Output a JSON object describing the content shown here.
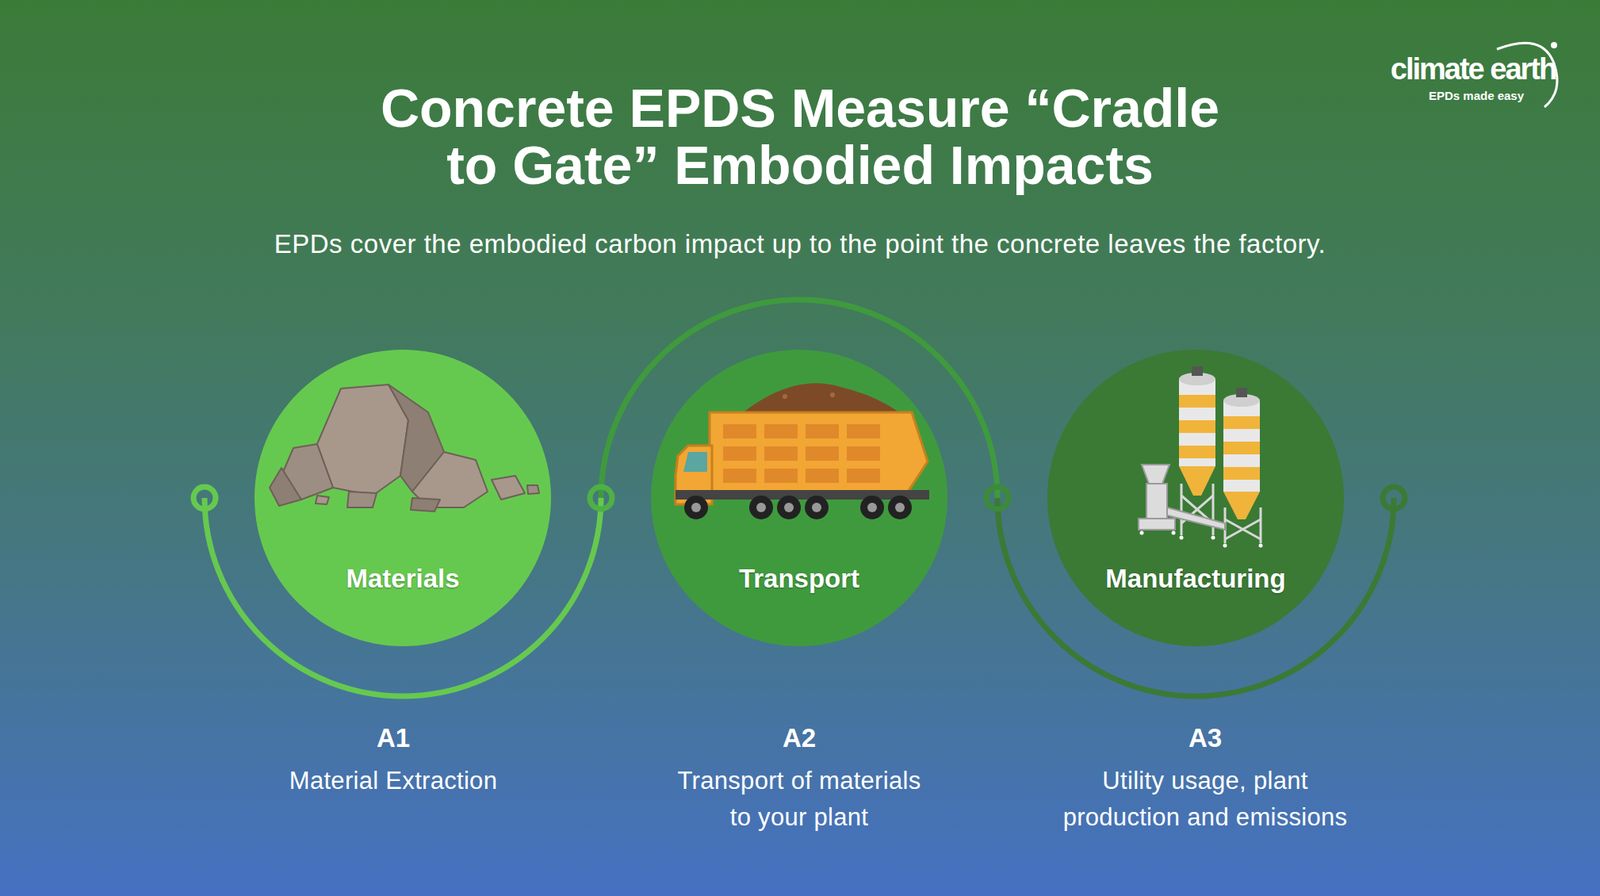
{
  "diagram": {
    "title": "Concrete EPDS Measure “Cradle to Gate” Embodied Impacts",
    "nodes": [
      {
        "text": [
          "Materials"
        ]
      },
      {
        "text": [
          "Transport"
        ]
      },
      {
        "text": [
          "Manufacturing"
        ]
      }
    ],
    "labels": [
      "EPDs cover the embodied carbon impact up to the point the concrete leaves the factory.",
      "climate earth",
      "EPDs made easy",
      "A1",
      "Material Extraction",
      "A2",
      "Transport of materials to your plant",
      "A3",
      "Utility usage, plant production and emissions"
    ]
  }
}
